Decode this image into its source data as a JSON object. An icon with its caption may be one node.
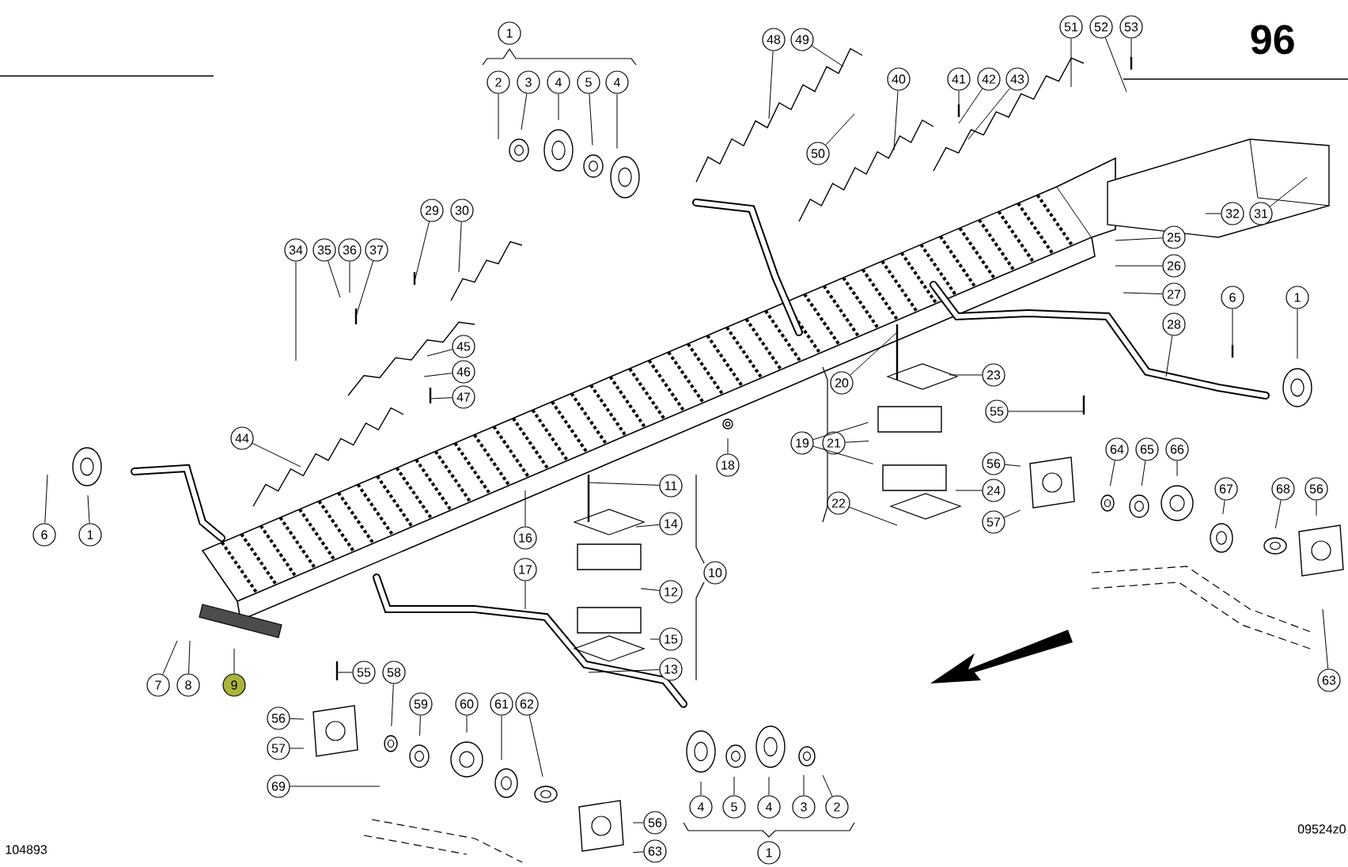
{
  "diagram": {
    "nodes": [
      {
        "text": [
          "1"
        ]
      },
      {
        "text": [
          "2"
        ]
      },
      {
        "text": [
          "3"
        ]
      },
      {
        "text": [
          "4"
        ]
      },
      {
        "text": [
          "5"
        ]
      },
      {
        "text": [
          "4"
        ]
      },
      {
        "text": [
          "48"
        ]
      },
      {
        "text": [
          "49"
        ]
      },
      {
        "text": [
          "51"
        ]
      },
      {
        "text": [
          "52"
        ]
      },
      {
        "text": [
          "53"
        ]
      },
      {
        "text": [
          "40"
        ]
      },
      {
        "text": [
          "41"
        ]
      },
      {
        "text": [
          "42"
        ]
      },
      {
        "text": [
          "43"
        ]
      },
      {
        "text": [
          "50"
        ]
      },
      {
        "text": [
          "29"
        ]
      },
      {
        "text": [
          "30"
        ]
      },
      {
        "text": [
          "32"
        ]
      },
      {
        "text": [
          "31"
        ]
      },
      {
        "text": [
          "25"
        ]
      },
      {
        "text": [
          "34"
        ]
      },
      {
        "text": [
          "35"
        ]
      },
      {
        "text": [
          "36"
        ]
      },
      {
        "text": [
          "37"
        ]
      },
      {
        "text": [
          "26"
        ]
      },
      {
        "text": [
          "27"
        ]
      },
      {
        "text": [
          "6"
        ]
      },
      {
        "text": [
          "1"
        ]
      },
      {
        "text": [
          "28"
        ]
      },
      {
        "text": [
          "45"
        ]
      },
      {
        "text": [
          "46"
        ]
      },
      {
        "text": [
          "23"
        ]
      },
      {
        "text": [
          "20"
        ]
      },
      {
        "text": [
          "47"
        ]
      },
      {
        "text": [
          "55"
        ]
      },
      {
        "text": [
          "44"
        ]
      },
      {
        "text": [
          "19"
        ]
      },
      {
        "text": [
          "21"
        ]
      },
      {
        "text": [
          "64"
        ]
      },
      {
        "text": [
          "65"
        ]
      },
      {
        "text": [
          "66"
        ]
      },
      {
        "text": [
          "56"
        ]
      },
      {
        "text": [
          "18"
        ]
      },
      {
        "text": [
          "11"
        ]
      },
      {
        "text": [
          "24"
        ]
      },
      {
        "text": [
          "67"
        ]
      },
      {
        "text": [
          "68"
        ]
      },
      {
        "text": [
          "56"
        ]
      },
      {
        "text": [
          "22"
        ]
      },
      {
        "text": [
          "57"
        ]
      },
      {
        "text": [
          "14"
        ]
      },
      {
        "text": [
          "6"
        ]
      },
      {
        "text": [
          "1"
        ]
      },
      {
        "text": [
          "16"
        ]
      },
      {
        "text": [
          "17"
        ]
      },
      {
        "text": [
          "10"
        ]
      },
      {
        "text": [
          "12"
        ]
      },
      {
        "text": [
          "15"
        ]
      },
      {
        "text": [
          "13"
        ]
      },
      {
        "text": [
          "55"
        ]
      },
      {
        "text": [
          "58"
        ]
      },
      {
        "text": [
          "63"
        ]
      },
      {
        "text": [
          "7"
        ]
      },
      {
        "text": [
          "8"
        ]
      },
      {
        "text": [
          "9"
        ]
      },
      {
        "text": [
          "59"
        ]
      },
      {
        "text": [
          "60"
        ]
      },
      {
        "text": [
          "61"
        ]
      },
      {
        "text": [
          "62"
        ]
      },
      {
        "text": [
          "56"
        ]
      },
      {
        "text": [
          "57"
        ]
      },
      {
        "text": [
          "69"
        ]
      },
      {
        "text": [
          "4"
        ]
      },
      {
        "text": [
          "5"
        ]
      },
      {
        "text": [
          "4"
        ]
      },
      {
        "text": [
          "3"
        ]
      },
      {
        "text": [
          "2"
        ]
      },
      {
        "text": [
          "56"
        ]
      },
      {
        "text": [
          "1"
        ]
      },
      {
        "text": [
          "63"
        ]
      }
    ],
    "edges": [
      {
        "from": 1,
        "to": null,
        "arrow": "none"
      },
      {
        "from": 2,
        "to": null,
        "arrow": "none"
      },
      {
        "from": 3,
        "to": null,
        "arrow": "none"
      },
      {
        "from": 4,
        "to": null,
        "arrow": "none"
      },
      {
        "from": 5,
        "to": null,
        "arrow": "none"
      },
      {
        "from": 6,
        "to": null,
        "arrow": "none"
      },
      {
        "from": 7,
        "to": null,
        "arrow": "none"
      },
      {
        "from": 8,
        "to": null,
        "arrow": "none"
      },
      {
        "from": 9,
        "to": null,
        "arrow": "none"
      },
      {
        "from": 10,
        "to": null,
        "arrow": "none"
      },
      {
        "from": 11,
        "to": null,
        "arrow": "none"
      },
      {
        "from": 12,
        "to": null,
        "arrow": "none"
      },
      {
        "from": 13,
        "to": null,
        "arrow": "none"
      },
      {
        "from": 14,
        "to": null,
        "arrow": "none"
      },
      {
        "from": 15,
        "to": null,
        "arrow": "none"
      },
      {
        "from": 16,
        "to": null,
        "arrow": "none"
      },
      {
        "from": 17,
        "to": null,
        "arrow": "none"
      },
      {
        "from": 18,
        "to": null,
        "arrow": "none"
      },
      {
        "from": 19,
        "to": null,
        "arrow": "none"
      },
      {
        "from": 20,
        "to": null,
        "arrow": "none"
      },
      {
        "from": 21,
        "to": null,
        "arrow": "none"
      },
      {
        "from": 22,
        "to": null,
        "arrow": "none"
      },
      {
        "from": 23,
        "to": null,
        "arrow": "none"
      },
      {
        "from": 24,
        "to": null,
        "arrow": "none"
      },
      {
        "from": 25,
        "to": null,
        "arrow": "none"
      },
      {
        "from": 26,
        "to": null,
        "arrow": "none"
      },
      {
        "from": 27,
        "to": null,
        "arrow": "none"
      },
      {
        "from": 28,
        "to": null,
        "arrow": "none"
      },
      {
        "from": 29,
        "to": null,
        "arrow": "none"
      },
      {
        "from": 30,
        "to": null,
        "arrow": "none"
      },
      {
        "from": 31,
        "to": null,
        "arrow": "none"
      },
      {
        "from": 32,
        "to": null,
        "arrow": "none"
      },
      {
        "from": 33,
        "to": null,
        "arrow": "none"
      },
      {
        "from": 34,
        "to": null,
        "arrow": "none"
      },
      {
        "from": 35,
        "to": null,
        "arrow": "none"
      },
      {
        "from": 36,
        "to": null,
        "arrow": "none"
      },
      {
        "from": 37,
        "to": null,
        "arrow": "none"
      },
      {
        "from": 37,
        "to": null,
        "arrow": "none"
      },
      {
        "from": 38,
        "to": null,
        "arrow": "none"
      },
      {
        "from": 39,
        "to": null,
        "arrow": "none"
      },
      {
        "from": 40,
        "to": null,
        "arrow": "none"
      },
      {
        "from": 41,
        "to": null,
        "arrow": "none"
      },
      {
        "from": 42,
        "to": null,
        "arrow": "none"
      },
      {
        "from": 43,
        "to": null,
        "arrow": "none"
      },
      {
        "from": 44,
        "to": null,
        "arrow": "none"
      },
      {
        "from": 45,
        "to": null,
        "arrow": "none"
      },
      {
        "from": 46,
        "to": null,
        "arrow": "none"
      },
      {
        "from": 47,
        "to": null,
        "arrow": "none"
      },
      {
        "from": 48,
        "to": null,
        "arrow": "none"
      },
      {
        "from": 49,
        "to": null,
        "arrow": "none"
      },
      {
        "from": 50,
        "to": null,
        "arrow": "none"
      },
      {
        "from": 51,
        "to": null,
        "arrow": "none"
      },
      {
        "from": 52,
        "to": null,
        "arrow": "none"
      },
      {
        "from": 53,
        "to": null,
        "arrow": "none"
      },
      {
        "from": 54,
        "to": null,
        "arrow": "none"
      },
      {
        "from": 55,
        "to": null,
        "arrow": "none"
      },
      {
        "from": 57,
        "to": null,
        "arrow": "none"
      },
      {
        "from": 58,
        "to": null,
        "arrow": "none"
      },
      {
        "from": 59,
        "to": null,
        "arrow": "none"
      },
      {
        "from": 60,
        "to": null,
        "arrow": "none"
      },
      {
        "from": 61,
        "to": null,
        "arrow": "none"
      },
      {
        "from": 62,
        "to": null,
        "arrow": "none"
      },
      {
        "from": 63,
        "to": null,
        "arrow": "none"
      },
      {
        "from": 64,
        "to": null,
        "arrow": "none"
      },
      {
        "from": 65,
        "to": null,
        "arrow": "none"
      },
      {
        "from": 66,
        "to": null,
        "arrow": "none"
      },
      {
        "from": 67,
        "to": null,
        "arrow": "none"
      },
      {
        "from": 68,
        "to": null,
        "arrow": "none"
      },
      {
        "from": 69,
        "to": null,
        "arrow": "none"
      },
      {
        "from": 70,
        "to": null,
        "arrow": "none"
      },
      {
        "from": 71,
        "to": null,
        "arrow": "none"
      },
      {
        "from": 72,
        "to": null,
        "arrow": "none"
      },
      {
        "from": 73,
        "to": null,
        "arrow": "none"
      },
      {
        "from": 74,
        "to": null,
        "arrow": "none"
      },
      {
        "from": 75,
        "to": null,
        "arrow": "none"
      },
      {
        "from": 76,
        "to": null,
        "arrow": "none"
      },
      {
        "from": 77,
        "to": null,
        "arrow": "none"
      },
      {
        "from": 78,
        "to": null,
        "arrow": "none"
      },
      {
        "from": 80,
        "to": null,
        "arrow": "none"
      }
    ],
    "labels": [
      "96",
      "104893",
      "09524z0"
    ]
  }
}
